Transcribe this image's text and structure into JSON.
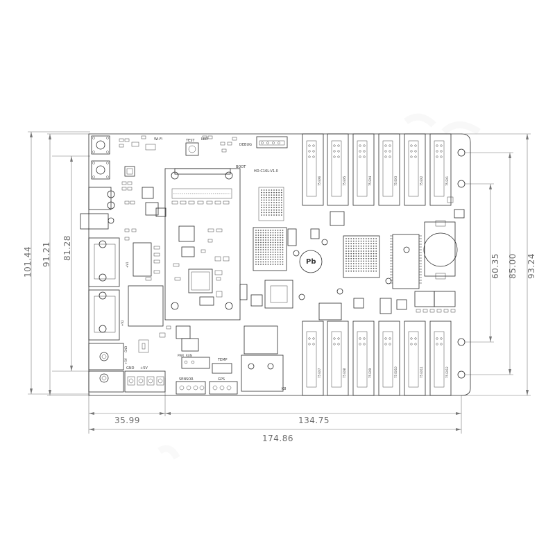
{
  "dimensions": {
    "horizontal": [
      "35.99",
      "134.75",
      "174.86"
    ],
    "left_vertical": [
      "101.44",
      "91.21",
      "81.28"
    ],
    "right_vertical": [
      "60.35",
      "85.00",
      "93.24"
    ]
  },
  "board": {
    "model": "HD-C16L-V1.0",
    "labels": {
      "debug": "DEBUG",
      "boot": "BOOT",
      "test": "TEST",
      "wifi": "Wi-Fi",
      "led": "LED",
      "sensor": "SENSOR",
      "gps": "GPS",
      "temp": "TEMP",
      "pwr": "PWR",
      "run": "RUN",
      "gnd": "GND",
      "five_v": "+5V",
      "gnd2": "GND",
      "plus5v": "+5V",
      "k8": "K8",
      "v1": "+V1",
      "v2": "+V2",
      "pb": "Pb"
    },
    "hub_top": [
      "75 EX6",
      "75 EX5",
      "75 EX4",
      "75 EX3",
      "75 EX2",
      "75 EX1"
    ],
    "hub_bottom": [
      "75 EX7",
      "75 EX8",
      "75 EX9",
      "75 EX10",
      "75 EX11",
      "75 EX12"
    ]
  }
}
